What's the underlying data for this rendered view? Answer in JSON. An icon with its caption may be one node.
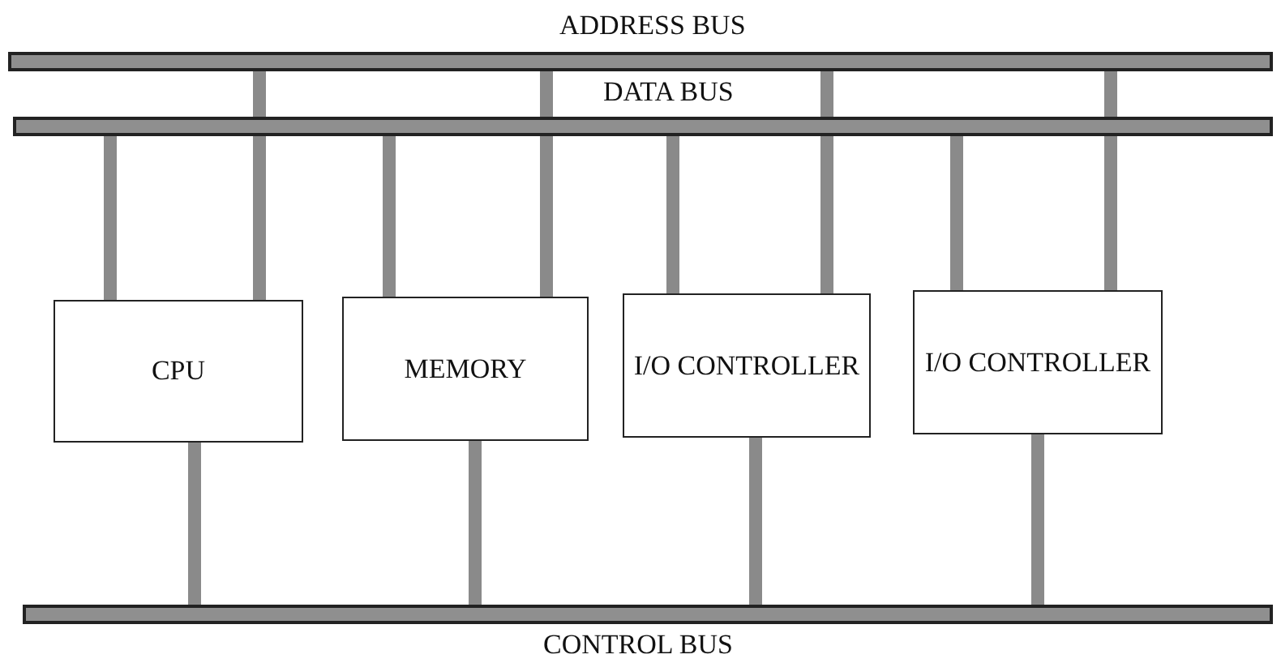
{
  "diagram": {
    "nodes": [
      {
        "text": [
          "ADDRESS BUS"
        ]
      },
      {
        "text": [
          "DATA BUS"
        ]
      },
      {
        "text": [
          "CPU"
        ]
      },
      {
        "text": [
          "MEMORY"
        ]
      },
      {
        "text": [
          "I/O CONTROLLER"
        ]
      },
      {
        "text": [
          "I/O CONTROLLER"
        ]
      },
      {
        "text": [
          "CONTROL BUS"
        ]
      }
    ],
    "edges": [
      {
        "from": 0,
        "to": 2,
        "arrow": "none"
      },
      {
        "from": 0,
        "to": 3,
        "arrow": "none"
      },
      {
        "from": 0,
        "to": 4,
        "arrow": "none"
      },
      {
        "from": 0,
        "to": 5,
        "arrow": "none"
      },
      {
        "from": 1,
        "to": 2,
        "arrow": "none"
      },
      {
        "from": 1,
        "to": 3,
        "arrow": "none"
      },
      {
        "from": 1,
        "to": 4,
        "arrow": "none"
      },
      {
        "from": 1,
        "to": 5,
        "arrow": "none"
      },
      {
        "from": 6,
        "to": 2,
        "arrow": "none"
      },
      {
        "from": 6,
        "to": 3,
        "arrow": "none"
      },
      {
        "from": 6,
        "to": 4,
        "arrow": "none"
      },
      {
        "from": 6,
        "to": 5,
        "arrow": "none"
      }
    ]
  }
}
